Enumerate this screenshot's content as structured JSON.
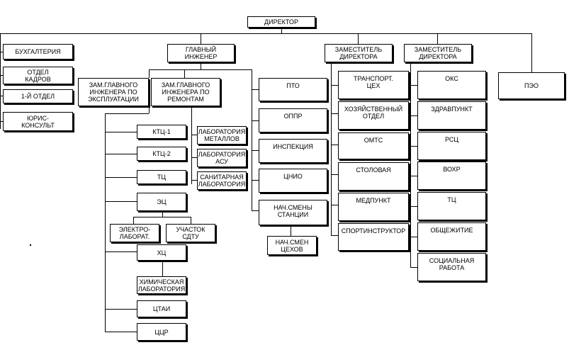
{
  "nodes": {
    "director": "ДИРЕКТОР",
    "accounting": "БУХГАЛТЕРИЯ",
    "hr": "ОТДЕЛ\nКАДРОВ",
    "first_dept": "1-Й ОТДЕЛ",
    "legal": "ЮРИС-\nКОНСУЛЬТ",
    "chief_engineer": "ГЛАВНЫЙ\nИНЖЕНЕР",
    "deputy_director_1": "ЗАМЕСТИТЕЛЬ\nДИРЕКТОРА",
    "deputy_director_2": "ЗАМЕСТИТЕЛЬ\nДИРЕКТОРА",
    "peo": "ПЭО",
    "deputy_ce_operation": "ЗАМ.ГЛАВНОГО\nИНЖЕНЕРА ПО\nЭКСПЛУАТАЦИИ",
    "deputy_ce_repair": "ЗАМ.ГЛАВНОГО\nИНЖЕНЕРА ПО\nРЕМОНТАМ",
    "pto": "ПТО",
    "oppr": "ОППР",
    "inspection": "ИНСПЕКЦИЯ",
    "tsnio": "ЦНИО",
    "shift_head_station": "НАЧ.СМЕНЫ\nСТАНЦИИ",
    "shift_head_shops": "НАЧ.СМЕН\nЦЕХОВ",
    "transport": "ТРАНСПОРТ.\nЦЕХ",
    "economic": "ХОЗЯЙСТВЕННЫЙ\nОТДЕЛ",
    "omts": "ОМТС",
    "canteen": "СТОЛОВАЯ",
    "medpoint": "МЕДПУНКТ",
    "sports": "СПОРТИНСТРУКТОР",
    "oks": "ОКС",
    "health": "ЗДРАВПУНКТ",
    "rsc": "РСЦ",
    "vokhr": "ВОХР",
    "tc_right": "ТЦ",
    "dormitory": "ОБЩЕЖИТИЕ",
    "social": "СОЦИАЛЬНАЯ\nРАБОТА",
    "ktc1": "КТЦ-1",
    "ktc2": "КТЦ-2",
    "tc_left": "ТЦ",
    "ec": "ЭЦ",
    "electrolab": "ЭЛЕКТРО-\nЛАБОРАТ.",
    "sdtu": "УЧАСТОК\nСДТУ",
    "hc": "ХЦ",
    "chemlab": "ХИМИЧЕСКАЯ\nЛАБОРАТОРИЯ",
    "tsai": "ЦТАИ",
    "tscr": "ЦЦР",
    "lab_metals": "ЛАБОРАТОРИЯ\nМЕТАЛЛОВ",
    "lab_asu": "ЛАБОРАТОРИЯ\nАСУ",
    "lab_sanitary": "САНИТАРНАЯ\nЛАБОРАТОРИЯ"
  },
  "colors": {
    "line": "#000000",
    "box_fill": "#ffffff",
    "text": "#000000"
  }
}
